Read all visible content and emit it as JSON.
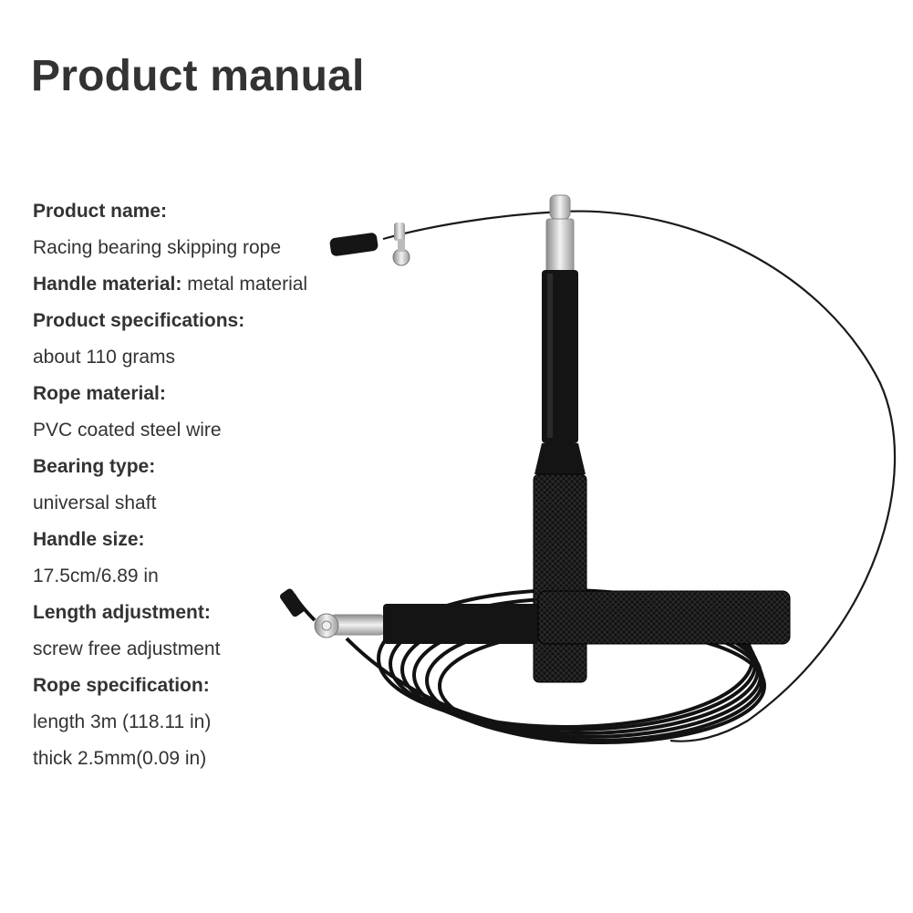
{
  "title": "Product manual",
  "specs": [
    {
      "label": "Product name:",
      "value": ""
    },
    {
      "label": "",
      "value": "Racing bearing skipping rope"
    },
    {
      "label": "Handle material:",
      "value": " metal material"
    },
    {
      "label": "Product specifications:",
      "value": ""
    },
    {
      "label": "",
      "value": "about 110 grams"
    },
    {
      "label": "Rope material:",
      "value": ""
    },
    {
      "label": "",
      "value": "PVC coated steel wire"
    },
    {
      "label": "Bearing type:",
      "value": ""
    },
    {
      "label": "",
      "value": "universal shaft"
    },
    {
      "label": "Handle size:",
      "value": ""
    },
    {
      "label": "",
      "value": "17.5cm/6.89 in"
    },
    {
      "label": "Length adjustment:",
      "value": ""
    },
    {
      "label": "",
      "value": "screw free adjustment"
    },
    {
      "label": "Rope specification:",
      "value": ""
    },
    {
      "label": "",
      "value": "length 3m (118.11 in)"
    },
    {
      "label": "",
      "value": "thick 2.5mm(0.09 in)"
    }
  ],
  "colors": {
    "text": "#333333",
    "handle": "#111111",
    "metal": "#c8c8c8"
  },
  "product_image": "skipping-rope-photo"
}
